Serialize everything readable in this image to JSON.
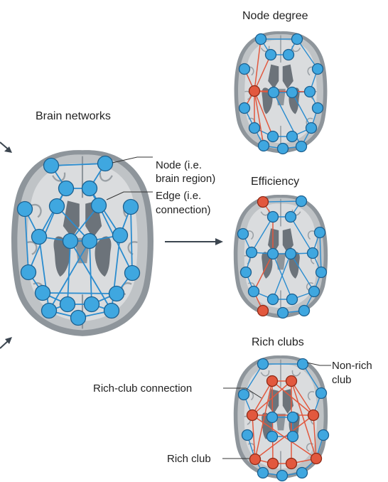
{
  "labels": {
    "brain_networks": "Brain networks",
    "node_line1": "Node (i.e.",
    "node_line2": "brain region)",
    "edge_line1": "Edge (i.e.",
    "edge_line2": "connection)",
    "node_degree": "Node degree",
    "efficiency": "Efficiency",
    "rich_clubs": "Rich clubs",
    "non_rich_line1": "Non-rich",
    "non_rich_line2": "club",
    "rich_club_connection": "Rich-club connection",
    "rich_club": "Rich club"
  },
  "colors": {
    "node_blue": "#3fa7e0",
    "node_red": "#e2583e",
    "edge_blue": "#2a8ccf",
    "edge_red": "#e2583e",
    "brain_gray": "#bfc3c6",
    "brain_dark": "#6c737a"
  }
}
